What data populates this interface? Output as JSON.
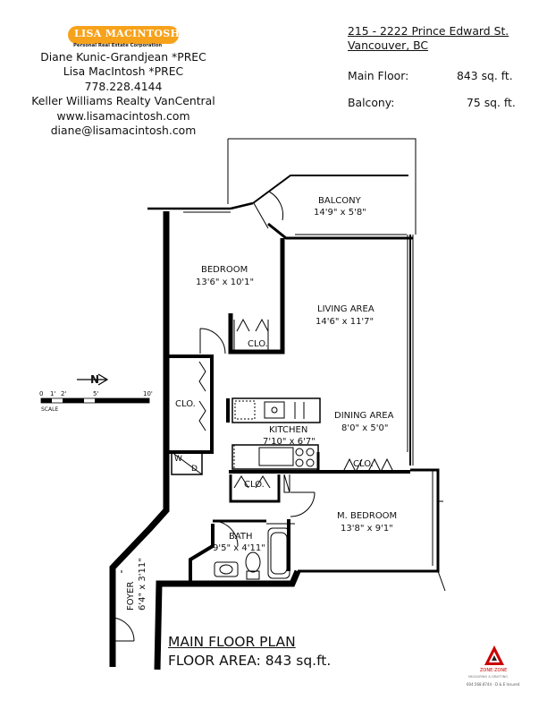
{
  "header": {
    "logo_name": "LISA MACINTOSH TEAM",
    "logo_tagline": "Personal Real Estate Corporation",
    "contact_lines": [
      "Diane Kunic-Grandjean *PREC",
      "Lisa MacIntosh *PREC",
      "778.228.4144",
      "Keller Williams Realty VanCentral",
      "www.lisamacintosh.com",
      "diane@lisamacintosh.com"
    ]
  },
  "property": {
    "address_line1": "215 - 2222 Prince Edward St.",
    "address_line2": "Vancouver, BC",
    "areas": [
      {
        "label": "Main Floor:",
        "value": "843 sq. ft."
      },
      {
        "label": "Balcony:",
        "value": "75 sq. ft."
      }
    ]
  },
  "rooms": {
    "balcony": {
      "name": "BALCONY",
      "size": "14'9\" x 5'8\""
    },
    "bedroom": {
      "name": "BEDROOM",
      "size": "13'6\" x 10'1\""
    },
    "living": {
      "name": "LIVING AREA",
      "size": "14'6\" x 11'7\""
    },
    "dining": {
      "name": "DINING AREA",
      "size": "8'0\" x 5'0\""
    },
    "kitchen": {
      "name": "KITCHEN",
      "size": "7'10\" x 6'7\""
    },
    "master": {
      "name": "M. BEDROOM",
      "size": "13'8\" x 9'1\""
    },
    "bath": {
      "name": "BATH",
      "size": "9'5\" x 4'11\""
    },
    "foyer": {
      "name": "FOYER",
      "size": "6'4\" x 3'11\""
    }
  },
  "closets": [
    "CLO.",
    "CLO.",
    "CLO.",
    "CLO."
  ],
  "washer_dryer": {
    "w": "W",
    "d": "D"
  },
  "compass": {
    "label": "N"
  },
  "scale": {
    "ticks": [
      "0",
      "1'",
      "2'",
      "5'",
      "10'"
    ],
    "label": "SCALE"
  },
  "footer": {
    "plan_title": "MAIN FLOOR PLAN",
    "floor_area": "FLOOR AREA: 843 sq.ft."
  },
  "brand": {
    "name": "ZONE-ZONE",
    "tagline": "MEASURING & DRAFTING",
    "phone": "604.568.8744 - D & E Insured"
  },
  "colors": {
    "logo_orange": "#f7a21b",
    "wall": "#000000",
    "brand_red": "#cc0000"
  }
}
